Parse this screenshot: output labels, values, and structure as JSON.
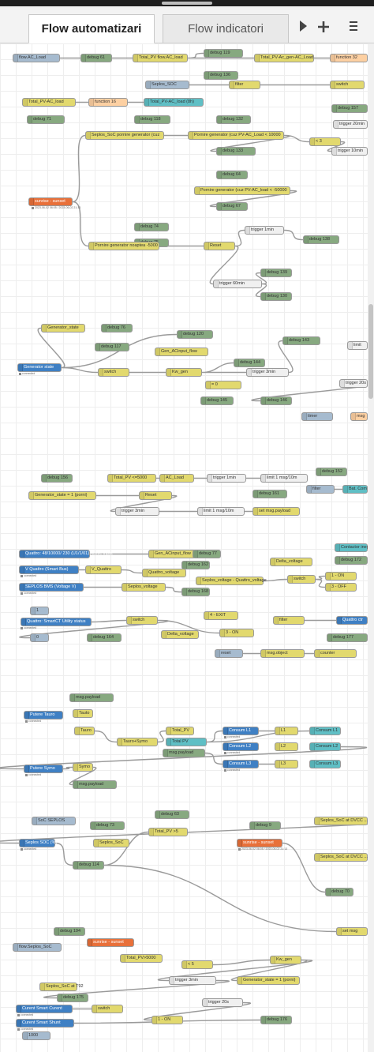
{
  "tabs": [
    {
      "label": "Flow automatizari"
    },
    {
      "label": "Flow indicatori"
    }
  ],
  "toolbar": {
    "scroll_icon": "chevron-right-icon",
    "add_icon": "plus-icon",
    "menu_icon": "menu-icon"
  },
  "colors": {
    "function": "#e2d96e",
    "debug": "#87a980",
    "ha_entity": "#3f80c4",
    "ha_light": "#a6bbcf",
    "ha_service": "#5fbfc5",
    "sun": "#e8703a"
  },
  "nodes": [
    {
      "label": "flow.AC_Load"
    },
    {
      "label": "debug 61"
    },
    {
      "label": "Total_PV flow.AC_load"
    },
    {
      "label": "debug 119"
    },
    {
      "label": "Total_PV-Ac_gen-AC_Load"
    },
    {
      "label": "function 32"
    },
    {
      "label": "debug 136"
    },
    {
      "label": "Seplos_SOC"
    },
    {
      "label": "filter"
    },
    {
      "label": "switch"
    },
    {
      "label": "Total_PV-AC_load"
    },
    {
      "label": "function 16"
    },
    {
      "label": "Total_PV-AC_load (8h)"
    },
    {
      "label": "debug 157"
    },
    {
      "label": "debug 71"
    },
    {
      "label": "debug 118"
    },
    {
      "label": "debug 132"
    },
    {
      "label": "trigger 20min"
    },
    {
      "label": "Seplos_SoC pornire generator (cuz"
    },
    {
      "label": "Pornire generator (cuz PV-AC_Load < 10000"
    },
    {
      "label": "< 3"
    },
    {
      "label": "debug 133"
    },
    {
      "label": "trigger 10min"
    },
    {
      "label": "debug 64"
    },
    {
      "label": "Pornire generator (cuz PV-AC_load < -50000"
    },
    {
      "label": "debug 67"
    },
    {
      "label": "sunrise - sunset"
    },
    {
      "label": "debug 74"
    },
    {
      "label": "trigger 1min"
    },
    {
      "label": "debug 75"
    },
    {
      "label": "debug 138"
    },
    {
      "label": "Pornire generator noaptea -5000"
    },
    {
      "label": "Reset"
    },
    {
      "label": "debug 139"
    },
    {
      "label": "trigger 60min"
    },
    {
      "label": "debug 130"
    },
    {
      "label": "Generator_state"
    },
    {
      "label": "debug 76"
    },
    {
      "label": "debug 120"
    },
    {
      "label": "debug 117"
    },
    {
      "label": "Gen_ACinput_flow"
    },
    {
      "label": "debug 143"
    },
    {
      "label": "limit"
    },
    {
      "label": "Generator state"
    },
    {
      "label": "switch"
    },
    {
      "label": "Kw_gen"
    },
    {
      "label": "debug 144"
    },
    {
      "label": "trigger 3min"
    },
    {
      "label": "= 0"
    },
    {
      "label": "trigger 20s"
    },
    {
      "label": "debug 145"
    },
    {
      "label": "debug 146"
    },
    {
      "label": "timer"
    },
    {
      "label": "msg"
    },
    {
      "label": "debug 156"
    },
    {
      "label": "Total_PV <=5000"
    },
    {
      "label": "AC_Load"
    },
    {
      "label": "trigger 1min"
    },
    {
      "label": "limit 1 msg/10m"
    },
    {
      "label": "debug 152"
    },
    {
      "label": "Generator_state = 1 (porni)"
    },
    {
      "label": "Reset"
    },
    {
      "label": "debug 161"
    },
    {
      "label": "filter"
    },
    {
      "label": "Bat. Com"
    },
    {
      "label": "trigger 3min"
    },
    {
      "label": "limit 1 msg/10m"
    },
    {
      "label": "set msg.payload"
    },
    {
      "label": "Quattro: 48/10000/ 230 (U1/1/01) Active input"
    },
    {
      "label": "Gen_ACinput_flow"
    },
    {
      "label": "debug 77"
    },
    {
      "label": "Contactor ineg"
    },
    {
      "label": "V Quattro (Smart Bus)"
    },
    {
      "label": "V_Quattro"
    },
    {
      "label": "debug 162"
    },
    {
      "label": "Quattro_voltage"
    },
    {
      "label": "Delta_voltage"
    },
    {
      "label": "debug 172"
    },
    {
      "label": "SEPLOS BMS (Voltage V)"
    },
    {
      "label": "Seplos_voltage"
    },
    {
      "label": "debug 168"
    },
    {
      "label": "Seplos_voltage - Quattro_voltage"
    },
    {
      "label": "switch"
    },
    {
      "label": "1 - ON"
    },
    {
      "label": "3 - OFF"
    },
    {
      "label": "1"
    },
    {
      "label": "4 - EXIT"
    },
    {
      "label": "Quattro: SmartCT Utility status"
    },
    {
      "label": "switch"
    },
    {
      "label": "filter"
    },
    {
      "label": "Quattro ctr"
    },
    {
      "label": "0"
    },
    {
      "label": "debug 164"
    },
    {
      "label": "Delta_voltage"
    },
    {
      "label": "3 - ON"
    },
    {
      "label": "debug 177"
    },
    {
      "label": "reset"
    },
    {
      "label": "msg.object"
    },
    {
      "label": "counter"
    },
    {
      "label": "msg.payload"
    },
    {
      "label": "Tauto"
    },
    {
      "label": "Putere Tauro"
    },
    {
      "label": "Tauro"
    },
    {
      "label": "Tauro+Symo"
    },
    {
      "label": "Total_PV"
    },
    {
      "label": "Total PV"
    },
    {
      "label": "Consum L1"
    },
    {
      "label": "L1"
    },
    {
      "label": "Consum L1"
    },
    {
      "label": "Consum L2"
    },
    {
      "label": "L2"
    },
    {
      "label": "Consum L2"
    },
    {
      "label": "Putere Symo"
    },
    {
      "label": "Symo"
    },
    {
      "label": "msg.payload"
    },
    {
      "label": "Consum L3"
    },
    {
      "label": "L3"
    },
    {
      "label": "Consum L3"
    },
    {
      "label": "Symo"
    },
    {
      "label": "msg.payload"
    },
    {
      "label": "SoC SEPLOS"
    },
    {
      "label": "debug 63"
    },
    {
      "label": "debug 73"
    },
    {
      "label": "debug 9"
    },
    {
      "label": "Seplos_SoC at DVCC ..."
    },
    {
      "label": "Seplos SOC (%)"
    },
    {
      "label": "Seplos_SoC"
    },
    {
      "label": "Total_PV >5"
    },
    {
      "label": "sunrise - sunset"
    },
    {
      "label": "debug 114"
    },
    {
      "label": "Seplos_SoC at DVCC ..."
    },
    {
      "label": "debug 70"
    },
    {
      "label": "debug 194"
    },
    {
      "label": "set msg"
    },
    {
      "label": "flow.Seplos_SoC"
    },
    {
      "label": "sunrise - sunset"
    },
    {
      "label": "Total_PV>5000"
    },
    {
      "label": "< 5"
    },
    {
      "label": "Kw_gen"
    },
    {
      "label": "trigger 3min"
    },
    {
      "label": "Generator_state = 1 (porni)"
    },
    {
      "label": "Seplos_SoC at T92"
    },
    {
      "label": "debug 175"
    },
    {
      "label": "Curent Smart Curent"
    },
    {
      "label": "switch"
    },
    {
      "label": "trigger 20s"
    },
    {
      "label": "1 - ON"
    },
    {
      "label": "Curent Smart Shunt"
    },
    {
      "label": "debug 176"
    },
    {
      "label": "1000"
    }
  ],
  "statuses": [
    {
      "text": "connected"
    },
    {
      "text": "2023-06-02 06:05 / 2023-06-02 21:13"
    },
    {
      "text": "connected"
    },
    {
      "text": "connected"
    },
    {
      "text": "connected"
    },
    {
      "text": "connected"
    },
    {
      "text": "connected"
    },
    {
      "text": "connected"
    },
    {
      "text": "connected"
    },
    {
      "text": "connected"
    },
    {
      "text": "connected"
    },
    {
      "text": "connected"
    },
    {
      "text": "2023-06-02 06:05 / 2023-06-02 21:13"
    },
    {
      "text": "connected"
    }
  ]
}
